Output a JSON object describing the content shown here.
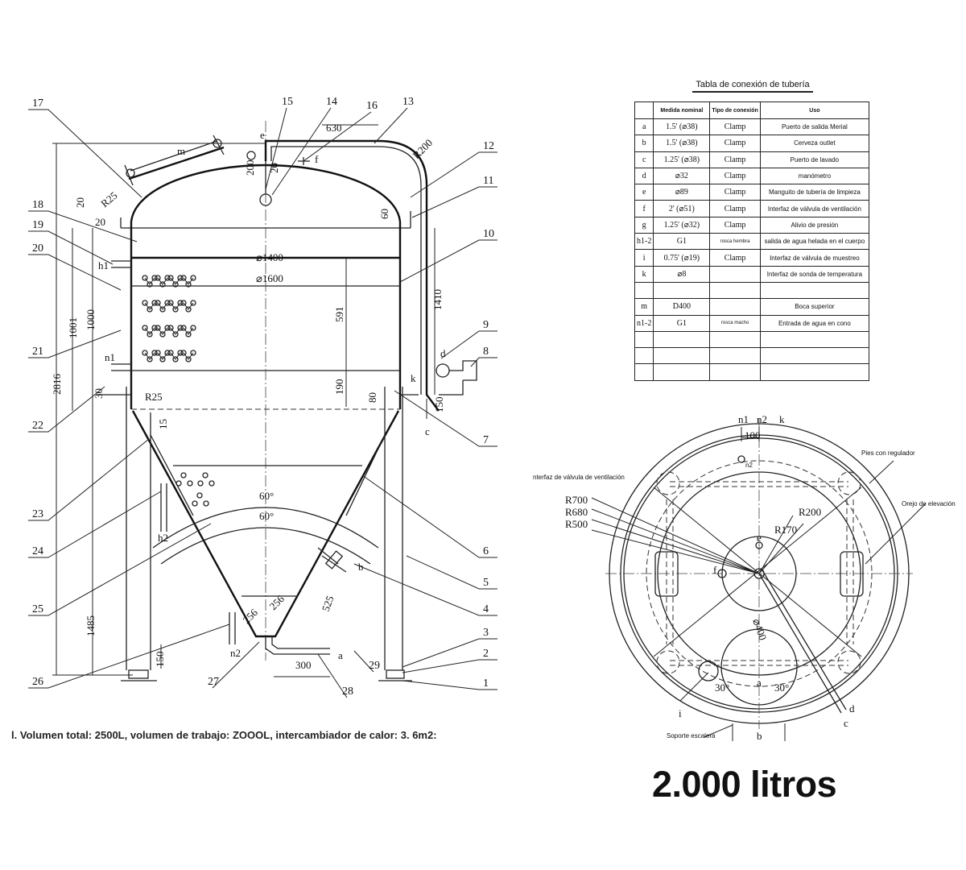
{
  "left_view": {
    "callouts": [
      "1",
      "2",
      "3",
      "4",
      "5",
      "6",
      "7",
      "8",
      "9",
      "10",
      "11",
      "12",
      "13",
      "14",
      "15",
      "16",
      "17",
      "18",
      "19",
      "20",
      "21",
      "22",
      "23",
      "24",
      "25",
      "26",
      "27",
      "28",
      "29"
    ],
    "dimensions": [
      "⌀1400",
      "⌀1600",
      "591",
      "190",
      "1410",
      "1001",
      "1000",
      "2816",
      "1485",
      "630",
      "R200",
      "200",
      "20",
      "20",
      "R25",
      "60",
      "60°",
      "60°",
      "R25",
      "15",
      "80",
      "150",
      "150",
      "300",
      "256",
      "256",
      "525",
      "30",
      "20"
    ],
    "ports": [
      "a",
      "b",
      "c",
      "d",
      "e",
      "f",
      "k",
      "h1",
      "n1",
      "h2",
      "n2",
      "m"
    ],
    "caption": "l. Volumen total: 2500L, volumen de trabajo: ZOOOL, intercambiador de calor: 3. 6m2:"
  },
  "table": {
    "title": "Tabla de conexión de tubería",
    "headers": [
      "",
      "Medida nominal",
      "Tipo de conexión",
      "Uso"
    ],
    "rows": [
      [
        "a",
        "1.5' (⌀38)",
        "Clamp",
        "Puerto de salida Merial"
      ],
      [
        "b",
        "1.5' (⌀38)",
        "Clamp",
        "Cerveza outlet"
      ],
      [
        "c",
        "1.25' (⌀38)",
        "Clamp",
        "Puerto de lavado"
      ],
      [
        "d",
        "⌀32",
        "Clamp",
        "manómetro"
      ],
      [
        "e",
        "⌀89",
        "Clamp",
        "Manguito de tubería de limpieza"
      ],
      [
        "f",
        "2' (⌀51)",
        "Clamp",
        "Interfaz de válvula de ventilación"
      ],
      [
        "g",
        "1.25' (⌀32)",
        "Clamp",
        "Alivio de presión"
      ],
      [
        "h1-2",
        "G1",
        "rosca hembra",
        "salida de agua helada en el cuerpo"
      ],
      [
        "i",
        "0.75' (⌀19)",
        "Clamp",
        "Interfaz de válvula de muestreo"
      ],
      [
        "k",
        "⌀8",
        "",
        "Interfaz de sonda de temperatura"
      ],
      [
        "",
        "",
        "",
        ""
      ],
      [
        "m",
        "D400",
        "",
        "Boca superior"
      ],
      [
        "n1-2",
        "G1",
        "rosca macho",
        "Entrada de agua en cono"
      ],
      [
        "",
        "",
        "",
        ""
      ],
      [
        "",
        "",
        "",
        ""
      ],
      [
        "",
        "",
        "",
        ""
      ]
    ]
  },
  "plan_view": {
    "labels": [
      "n1",
      "n2",
      "k",
      "100",
      "n2",
      "Pies con regulador",
      "Orejo de elevación",
      "nterfaz de válvula de ventilación",
      "R700",
      "R680",
      "R500",
      "R170",
      "R200",
      "f",
      "e",
      "⌀400",
      "30°",
      "30°",
      "a",
      "i",
      "b",
      "c",
      "d",
      "Soporte escalera"
    ]
  },
  "title": "2.000 litros"
}
